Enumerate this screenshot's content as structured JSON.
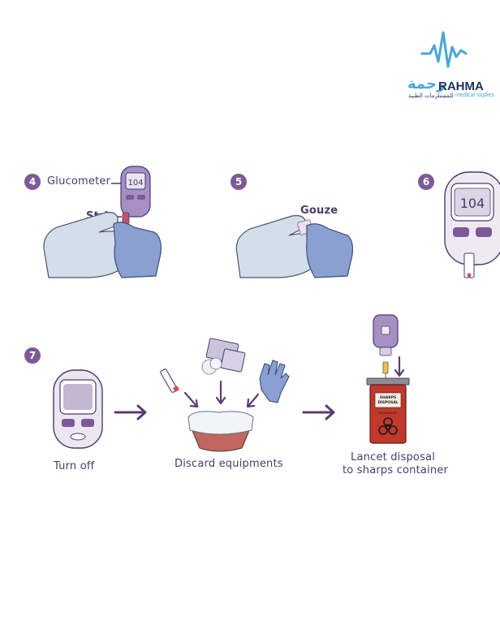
{
  "brand": {
    "arabic_name": "رحمة",
    "latin_name": "RAHMA",
    "arabic_tagline": "للمستلزمات الطبية",
    "latin_tagline": "medical suplies",
    "accent_color": "#4aa6d9",
    "dark_color": "#1e2f5c"
  },
  "steps": {
    "step4": {
      "number": "4",
      "label_glucometer": "Glucometer",
      "label_strip": "Strip",
      "display": "104"
    },
    "step5": {
      "number": "5",
      "label_gauze": "Gouze"
    },
    "step6": {
      "number": "6",
      "display": "104"
    },
    "step7": {
      "number": "7",
      "turn_off": "Turn off",
      "discard": "Discard equipments",
      "lancet_line1": "Lancet disposal",
      "lancet_line2": "to sharps container",
      "container_label_1": "SHARPS",
      "container_label_2": "DISPOSAL",
      "container_label_3": "BIOHAZARD"
    }
  },
  "colors": {
    "purple": "#7d5a97",
    "glove": "#8aa0d0",
    "skin": "#c9d6e6",
    "sharps_red": "#c0392b"
  },
  "icons": [
    "heartbeat-icon",
    "glucometer-icon",
    "hand-icon",
    "glove-icon",
    "arrow-icon",
    "biohazard-icon",
    "lancet-icon",
    "test-strip-icon",
    "cotton-icon",
    "gauze-icon"
  ]
}
